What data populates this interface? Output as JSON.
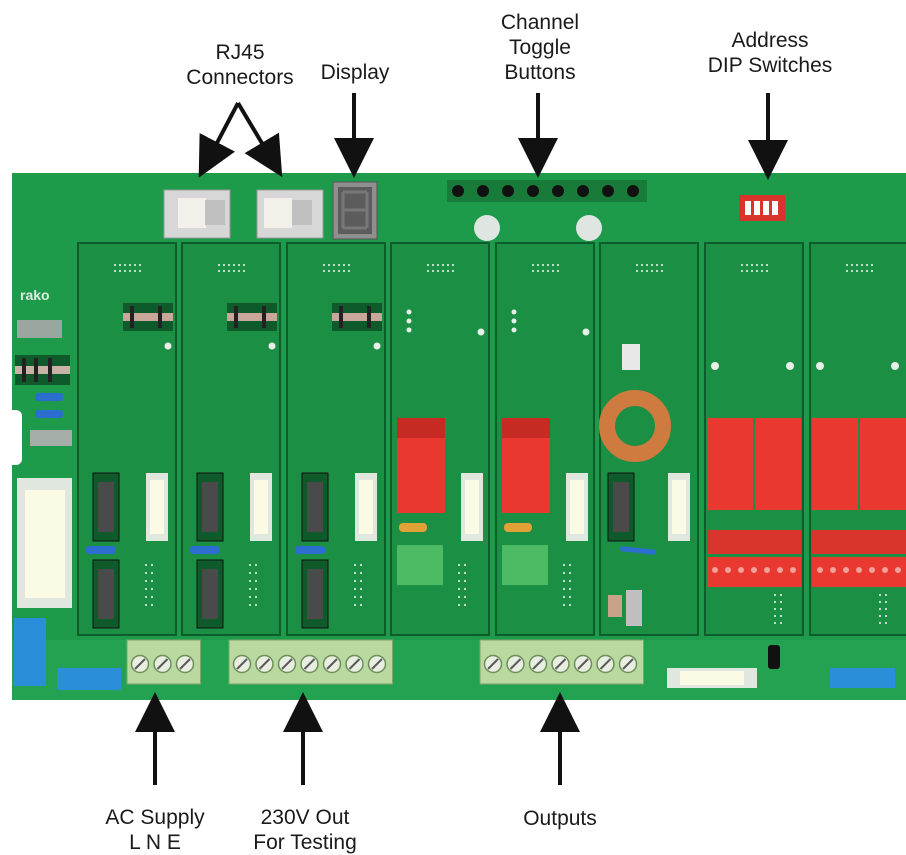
{
  "labels": {
    "rj45": [
      "RJ45",
      "Connectors"
    ],
    "display": "Display",
    "toggle": [
      "Channel",
      "Toggle",
      "Buttons"
    ],
    "dip": [
      "Address",
      "DIP Switches"
    ],
    "ac_supply": [
      "AC Supply",
      "L N E"
    ],
    "out_230v": [
      "230V Out",
      "For Testing"
    ],
    "outputs": "Outputs"
  },
  "board": {
    "logo_text": "rako"
  },
  "colors": {
    "pcb": "#1d9a4a",
    "pcb_dark": "#0f6b30",
    "module": "#1b8f44",
    "relay_red": "#e8382f",
    "terminal_green": "#b9d9a0",
    "connector_blue": "#2a8fd8",
    "arrow": "#111111"
  }
}
